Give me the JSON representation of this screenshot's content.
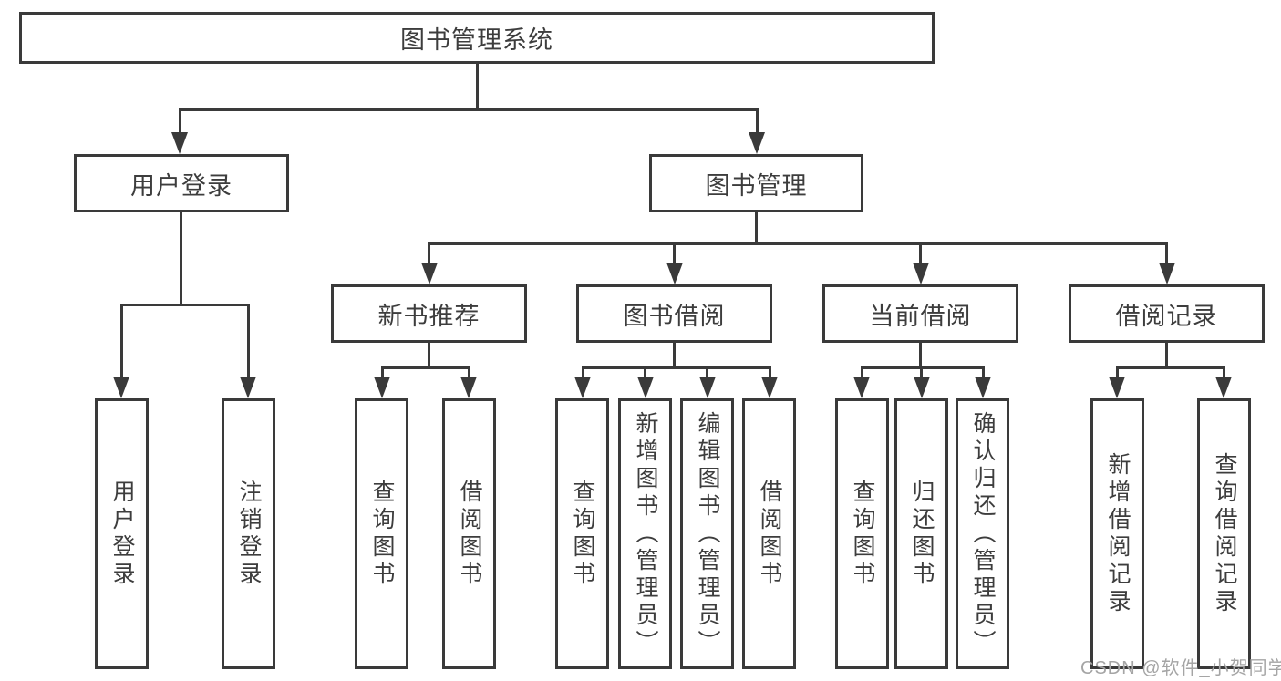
{
  "diagram": {
    "root": {
      "label": "图书管理系统"
    },
    "branches": [
      {
        "label": "用户登录",
        "leaves": [
          {
            "label": "用户登录"
          },
          {
            "label": "注销登录"
          }
        ]
      },
      {
        "label": "图书管理",
        "children": [
          {
            "label": "新书推荐",
            "leaves": [
              {
                "label": "查询图书"
              },
              {
                "label": "借阅图书"
              }
            ]
          },
          {
            "label": "图书借阅",
            "leaves": [
              {
                "label": "查询图书"
              },
              {
                "label": "新增图书（管理员）"
              },
              {
                "label": "编辑图书（管理员）"
              },
              {
                "label": "借阅图书"
              }
            ]
          },
          {
            "label": "当前借阅",
            "leaves": [
              {
                "label": "查询图书"
              },
              {
                "label": "归还图书"
              },
              {
                "label": "确认归还（管理员）"
              }
            ]
          },
          {
            "label": "借阅记录",
            "leaves": [
              {
                "label": "新增借阅记录"
              },
              {
                "label": "查询借阅记录"
              }
            ]
          }
        ]
      }
    ]
  },
  "watermark": {
    "text": "CSDN @软件_小贺同学"
  },
  "colors": {
    "line": "#3a3a3a",
    "text": "#3d3d3d",
    "watermark": "#a5a5a5"
  }
}
